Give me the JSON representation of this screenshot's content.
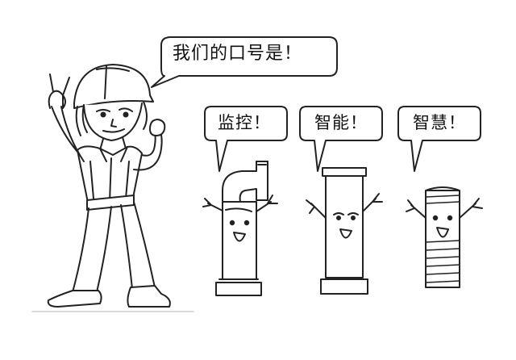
{
  "bubbles": {
    "main": "我们的口号是！",
    "pipe1": "监控！",
    "pipe2": "智能！",
    "pipe3": "智慧！"
  },
  "colors": {
    "ink": "#222222",
    "paper": "#ffffff",
    "shade": "#cfcfcf"
  }
}
